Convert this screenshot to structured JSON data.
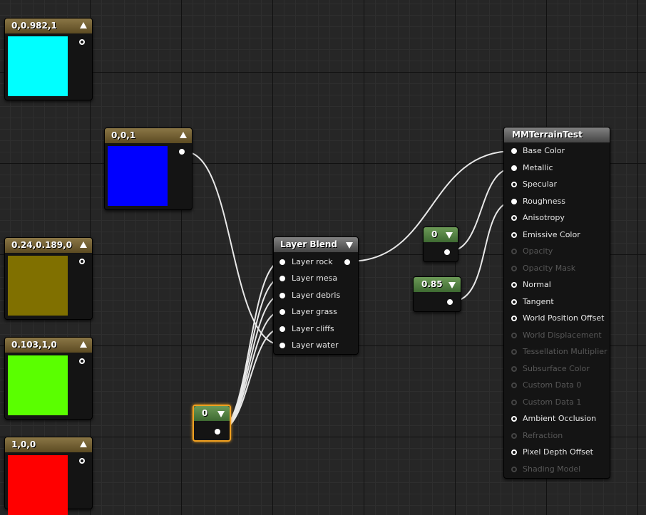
{
  "vector_nodes": [
    {
      "label": "0,0.982,1",
      "color": "#00ffff"
    },
    {
      "label": "0,0,1",
      "color": "#0000ff"
    },
    {
      "label": "0.24,0.189,0",
      "color": "#807000"
    },
    {
      "label": "0.103,1,0",
      "color": "#5aff00"
    },
    {
      "label": "1,0,0",
      "color": "#ff0000"
    }
  ],
  "layer_blend": {
    "title": "Layer Blend",
    "inputs": [
      "Layer rock",
      "Layer mesa",
      "Layer debris",
      "Layer grass",
      "Layer cliffs",
      "Layer water"
    ]
  },
  "scalar_nodes": [
    {
      "value": "0"
    },
    {
      "value": "0.85"
    },
    {
      "value": "0"
    }
  ],
  "material": {
    "title": "MMTerrainTest",
    "inputs": [
      {
        "label": "Base Color",
        "enabled": true
      },
      {
        "label": "Metallic",
        "enabled": true
      },
      {
        "label": "Specular",
        "enabled": true
      },
      {
        "label": "Roughness",
        "enabled": true
      },
      {
        "label": "Anisotropy",
        "enabled": true
      },
      {
        "label": "Emissive Color",
        "enabled": true
      },
      {
        "label": "Opacity",
        "enabled": false
      },
      {
        "label": "Opacity Mask",
        "enabled": false
      },
      {
        "label": "Normal",
        "enabled": true
      },
      {
        "label": "Tangent",
        "enabled": true
      },
      {
        "label": "World Position Offset",
        "enabled": true
      },
      {
        "label": "World Displacement",
        "enabled": false
      },
      {
        "label": "Tessellation Multiplier",
        "enabled": false
      },
      {
        "label": "Subsurface Color",
        "enabled": false
      },
      {
        "label": "Custom Data 0",
        "enabled": false
      },
      {
        "label": "Custom Data 1",
        "enabled": false
      },
      {
        "label": "Ambient Occlusion",
        "enabled": true
      },
      {
        "label": "Refraction",
        "enabled": false
      },
      {
        "label": "Pixel Depth Offset",
        "enabled": true
      },
      {
        "label": "Shading Model",
        "enabled": false
      }
    ]
  },
  "icons": {
    "collapse": "collapse-triangle-icon",
    "expand": "expand-triangle-icon",
    "pin": "pin-icon"
  }
}
